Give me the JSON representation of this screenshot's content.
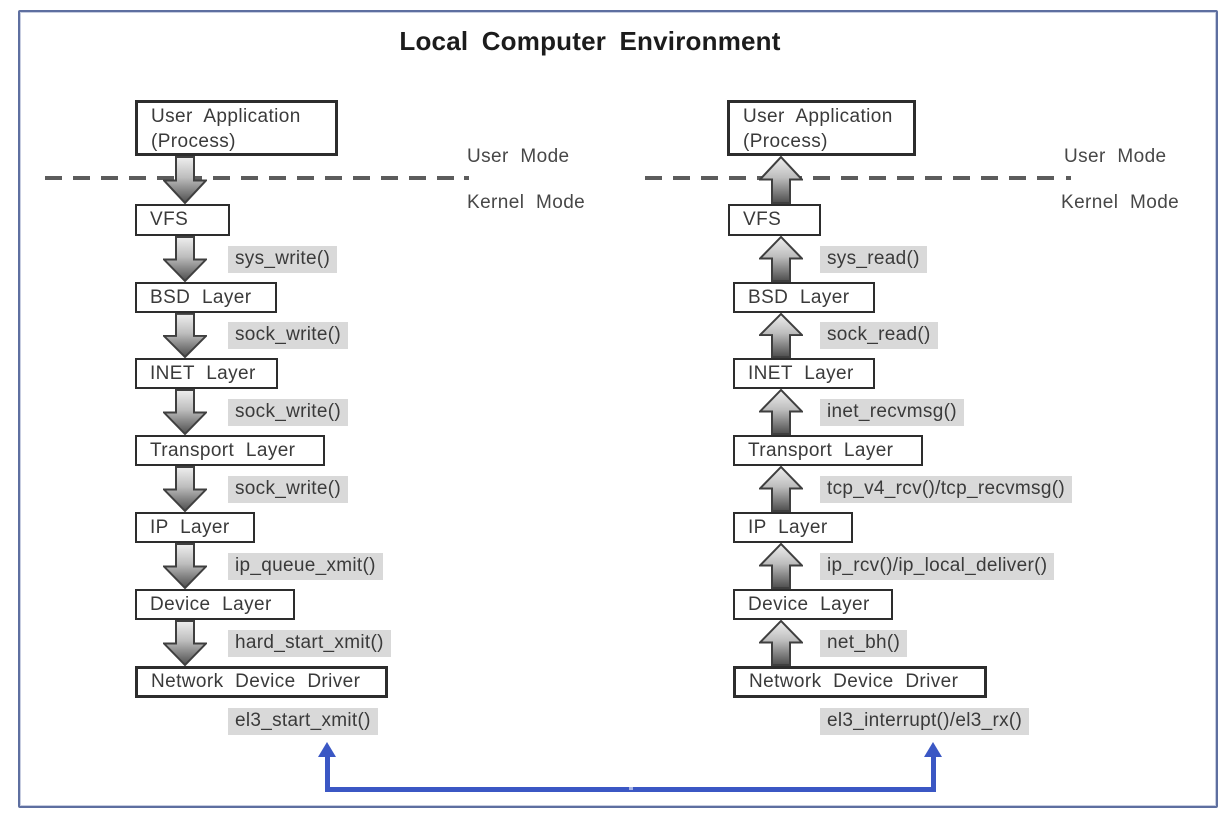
{
  "title": "Local Computer Environment",
  "modes": {
    "user": "User Mode",
    "kernel": "Kernel Mode"
  },
  "icons": {
    "flow_down": "down-arrow",
    "flow_up": "up-arrow",
    "loopback": "up-arrow-blue"
  },
  "colors": {
    "frame_border": "#5e6fa0",
    "box_border": "#2d2d2d",
    "call_label_bg": "#d9d9d9",
    "divider_gray": "#5c5c5c",
    "connector_blue": "#3b57c4"
  },
  "send": {
    "app_box": {
      "line1": "User Application",
      "line2": "(Process)"
    },
    "boxes": [
      {
        "label": "VFS"
      },
      {
        "label": "BSD Layer"
      },
      {
        "label": "INET Layer"
      },
      {
        "label": "Transport Layer"
      },
      {
        "label": "IP Layer"
      },
      {
        "label": "Device Layer"
      },
      {
        "label": "Network Device Driver"
      }
    ],
    "calls": [
      {
        "label": "sys_write()"
      },
      {
        "label": "sock_write()"
      },
      {
        "label": "sock_write()"
      },
      {
        "label": "sock_write()"
      },
      {
        "label": "ip_queue_xmit()"
      },
      {
        "label": "hard_start_xmit()"
      }
    ],
    "driver_call": "el3_start_xmit()"
  },
  "recv": {
    "app_box": {
      "line1": "User Application",
      "line2": "(Process)"
    },
    "boxes": [
      {
        "label": "VFS"
      },
      {
        "label": "BSD Layer"
      },
      {
        "label": "INET Layer"
      },
      {
        "label": "Transport Layer"
      },
      {
        "label": "IP Layer"
      },
      {
        "label": "Device Layer"
      },
      {
        "label": "Network Device Driver"
      }
    ],
    "calls": [
      {
        "label": "sys_read()"
      },
      {
        "label": "sock_read()"
      },
      {
        "label": "inet_recvmsg()"
      },
      {
        "label": "tcp_v4_rcv()/tcp_recvmsg()"
      },
      {
        "label": "ip_rcv()/ip_local_deliver()"
      },
      {
        "label": "net_bh()"
      }
    ],
    "driver_call": "el3_interrupt()/el3_rx()"
  }
}
